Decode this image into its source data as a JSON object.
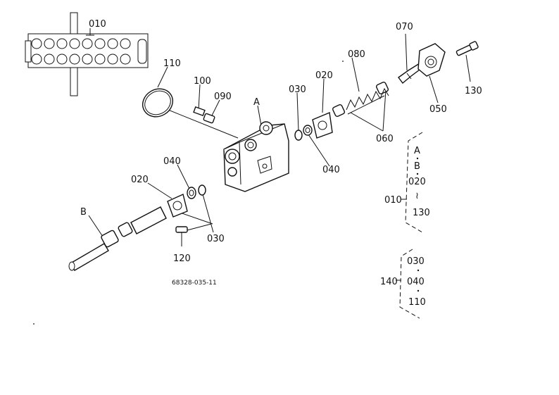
{
  "labels": {
    "p010_top": "010",
    "p110": "110",
    "p100": "100",
    "p090": "090",
    "pA": "A",
    "p030_top": "030",
    "p020_top": "020",
    "p080": "080",
    "p070": "070",
    "p130": "130",
    "p050": "050",
    "p060": "060",
    "p040_right": "040",
    "p040_left": "040",
    "p020_left": "020",
    "pB": "B",
    "p030_bottom": "030",
    "p120": "120",
    "drawing_code": "68328-035-11"
  },
  "legend1": {
    "assembly": "010",
    "items": [
      "A",
      "B",
      "020",
      "≀",
      "130"
    ]
  },
  "legend2": {
    "assembly": "140",
    "items": [
      "030",
      "040",
      "110"
    ]
  }
}
